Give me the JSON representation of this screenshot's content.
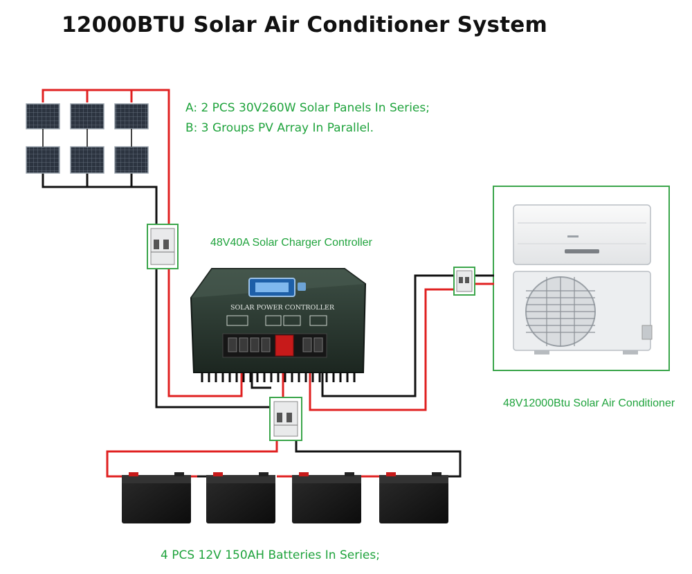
{
  "title": "12000BTU Solar Air Conditioner System",
  "notes": {
    "panels_a": "A:  2 PCS 30V260W Solar Panels In Series;",
    "panels_b": "B:  3 Groups PV Array In Parallel."
  },
  "labels": {
    "controller": "48V40A Solar Charger Controller",
    "controller_faceplate": "SOLAR POWER CONTROLLER",
    "air_conditioner": "48V12000Btu Solar Air Conditioner",
    "batteries": "4 PCS 12V 150AH Batteries In Series;"
  },
  "colors": {
    "positive_wire": "#e02020",
    "negative_wire": "#111111",
    "label_green": "#1fa33c",
    "frame_green": "#3aa54a"
  },
  "components": {
    "solar_panels": 6,
    "batteries": 4,
    "breakers": 3
  }
}
